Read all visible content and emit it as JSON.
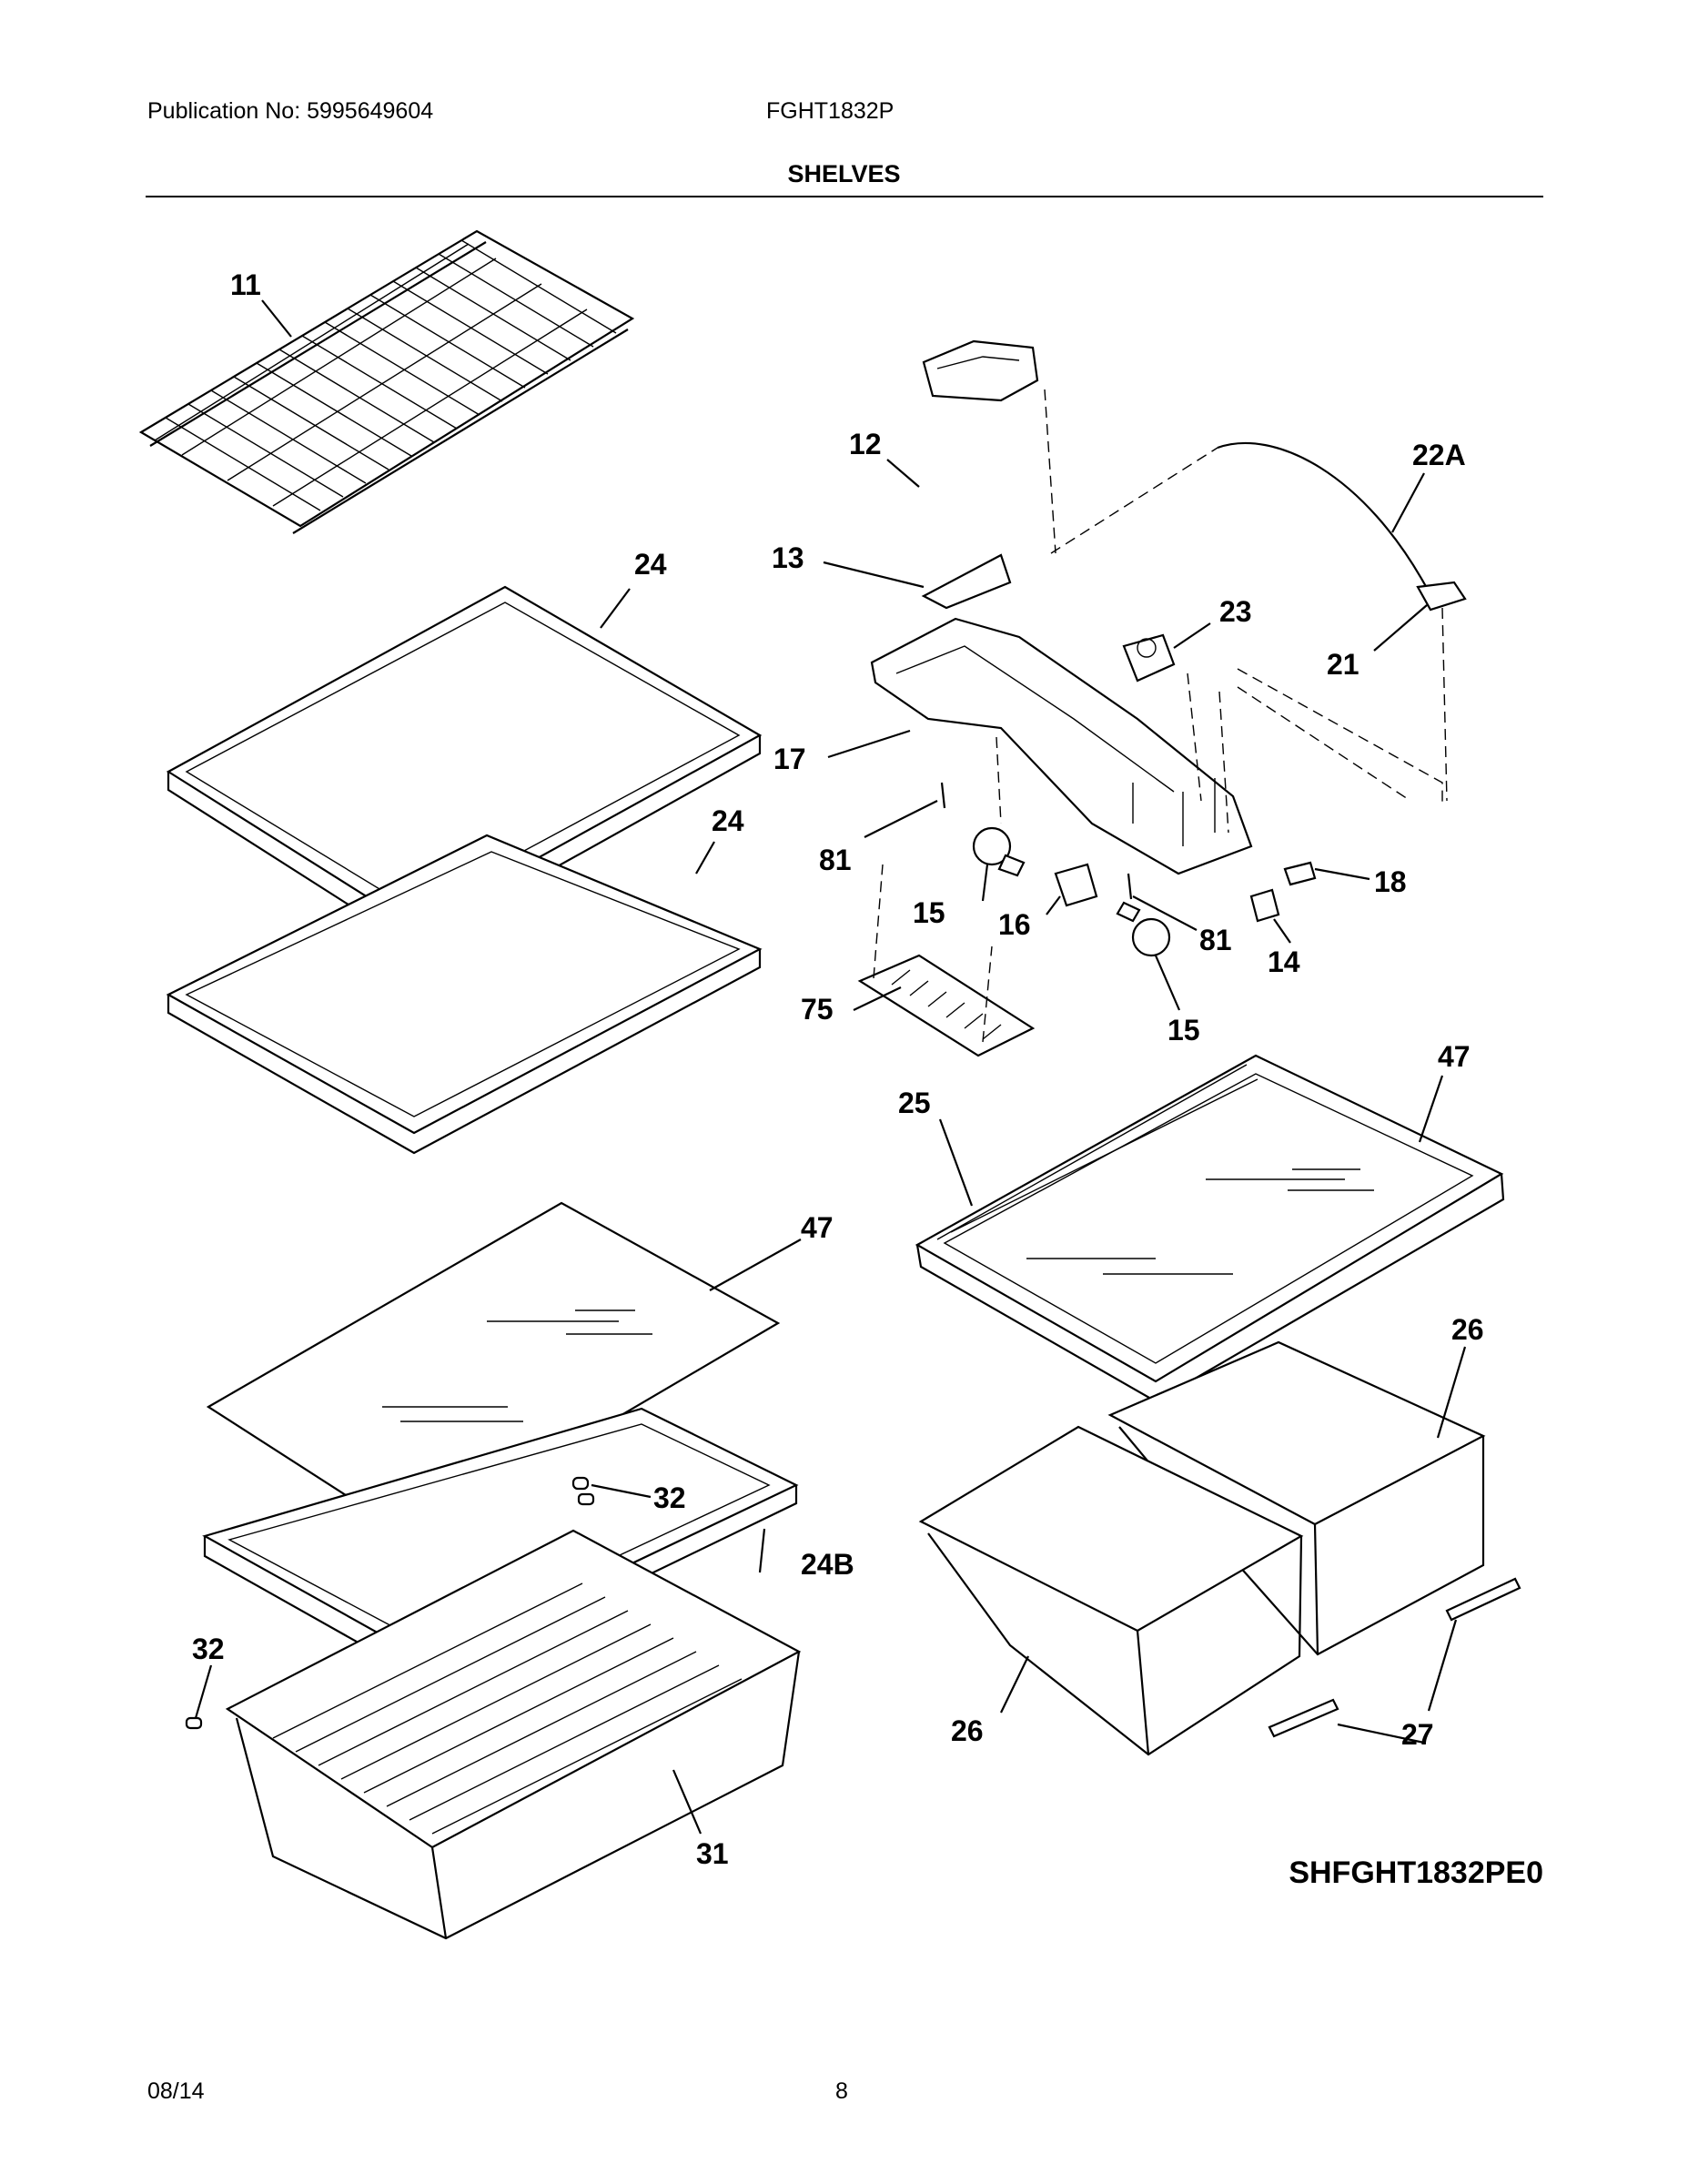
{
  "header": {
    "publication": "Publication No: 5995649604",
    "model": "FGHT1832P",
    "section_title": "SHELVES"
  },
  "callouts": {
    "c11": "11",
    "c12": "12",
    "c22A": "22A",
    "c13": "13",
    "c24a": "24",
    "c23": "23",
    "c21": "21",
    "c17": "17",
    "c24b": "24",
    "c81a": "81",
    "c18": "18",
    "c15a": "15",
    "c16": "16",
    "c81b": "81",
    "c14": "14",
    "c75": "75",
    "c15b": "15",
    "c47a": "47",
    "c25": "25",
    "c47b": "47",
    "c26a": "26",
    "c32a": "32",
    "c24B": "24B",
    "c32b": "32",
    "c26b": "26",
    "c27": "27",
    "c31": "31"
  },
  "diagram_id": "SHFGHT1832PE0",
  "footer": {
    "date": "08/14",
    "page": "8"
  }
}
